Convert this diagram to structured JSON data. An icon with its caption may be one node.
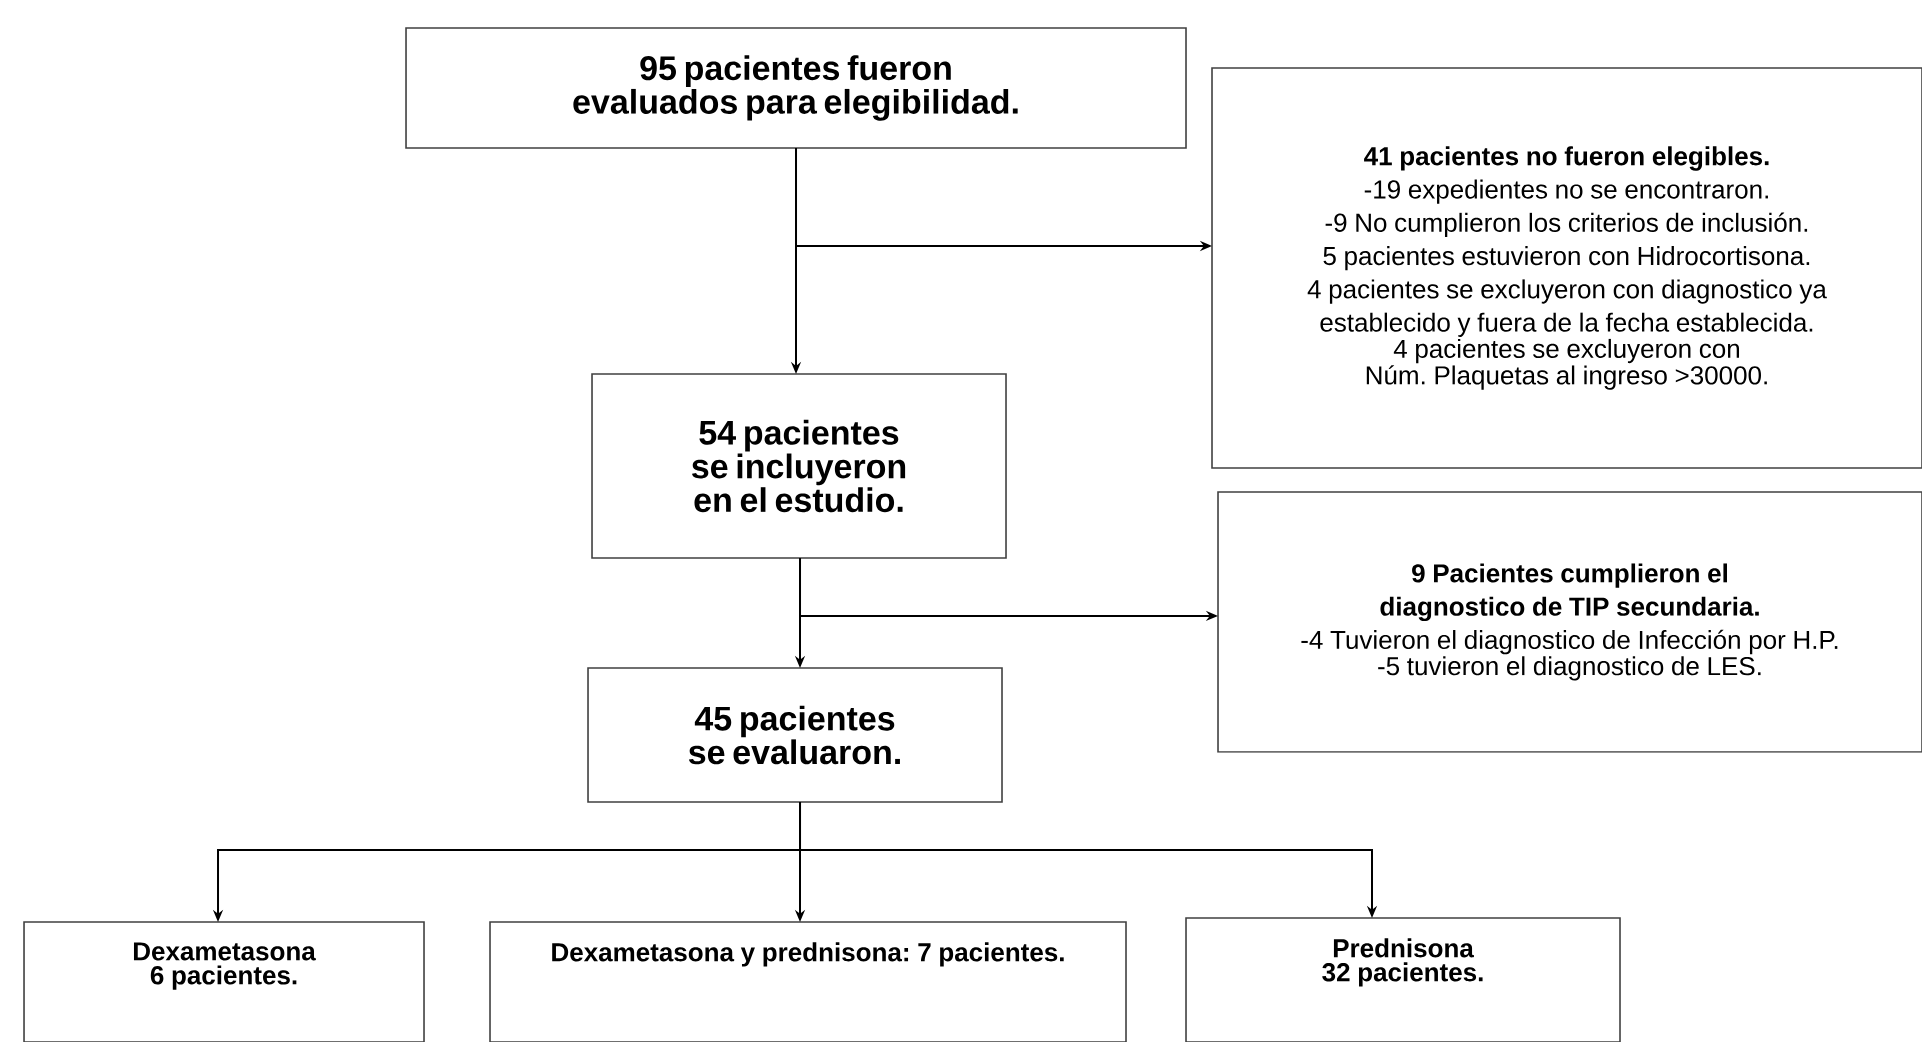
{
  "diagram": {
    "nodes": [
      {
        "text": [
          "95 pacientes fueron evaluados para elegibilidad."
        ]
      },
      {
        "text": [
          "41 pacientes no fueron elegibles.",
          "-19 expedientes no se encontraron.",
          "-9 No cumplieron los criterios de inclusión.",
          "5 pacientes estuvieron con Hidrocortisona.",
          "4 pacientes se excluyeron con diagnostico ya establecido y fuera de la fecha establecida.",
          "4 pacientes se excluyeron con Núm. Plaquetas al ingreso >30000."
        ]
      },
      {
        "text": [
          "54 pacientes se incluyeron en el estudio."
        ]
      },
      {
        "text": [
          "9 Pacientes cumplieron el diagnostico de TIP secundaria.",
          "-4 Tuvieron el diagnostico de Infección por H.P.",
          "-5 tuvieron el diagnostico de LES."
        ]
      },
      {
        "text": [
          "45 pacientes se evaluaron."
        ]
      },
      {
        "text": [
          "Dexametasona 6 pacientes."
        ]
      },
      {
        "text": [
          "Dexametasona y prednisona: 7 pacientes."
        ]
      },
      {
        "text": [
          "Prednisona 32 pacientes."
        ]
      }
    ],
    "edges": [
      {
        "from": 0,
        "to": 2,
        "arrow": "to"
      },
      {
        "from": 0,
        "to": 1,
        "arrow": "to"
      },
      {
        "from": 2,
        "to": 4,
        "arrow": "to"
      },
      {
        "from": 2,
        "to": 3,
        "arrow": "to"
      },
      {
        "from": 4,
        "to": 5,
        "arrow": "to"
      },
      {
        "from": 4,
        "to": 6,
        "arrow": "to"
      },
      {
        "from": 4,
        "to": 7,
        "arrow": "to"
      }
    ]
  }
}
